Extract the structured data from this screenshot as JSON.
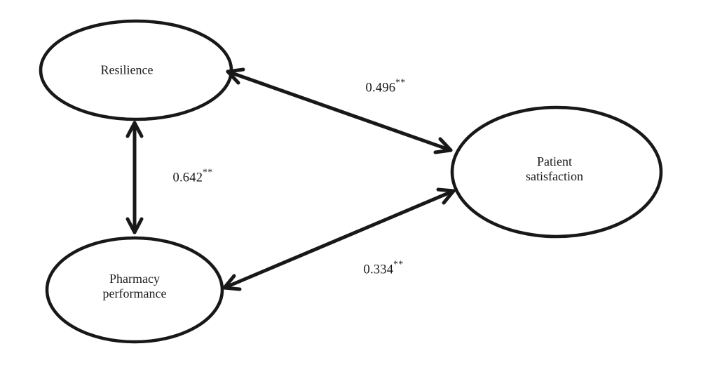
{
  "diagram": {
    "type": "correlation-path-model",
    "colors": {
      "stroke": "#181818",
      "background": "#ffffff",
      "text": "#1a1a1a"
    },
    "nodes": [
      {
        "id": "resilience",
        "label": "Resilience",
        "shape": "ellipse"
      },
      {
        "id": "pharmacy-performance",
        "label": "Pharmacy performance",
        "shape": "ellipse"
      },
      {
        "id": "patient-satisfaction",
        "label": "Patient satisfaction",
        "shape": "ellipse"
      }
    ],
    "edges": [
      {
        "from": "resilience",
        "to": "patient-satisfaction",
        "value": "0.496",
        "stars": "**",
        "arrow": "double-headed"
      },
      {
        "from": "resilience",
        "to": "pharmacy-performance",
        "value": "0.642",
        "stars": "**",
        "arrow": "double-headed"
      },
      {
        "from": "pharmacy-performance",
        "to": "patient-satisfaction",
        "value": "0.334",
        "stars": "**",
        "arrow": "double-headed"
      }
    ]
  }
}
